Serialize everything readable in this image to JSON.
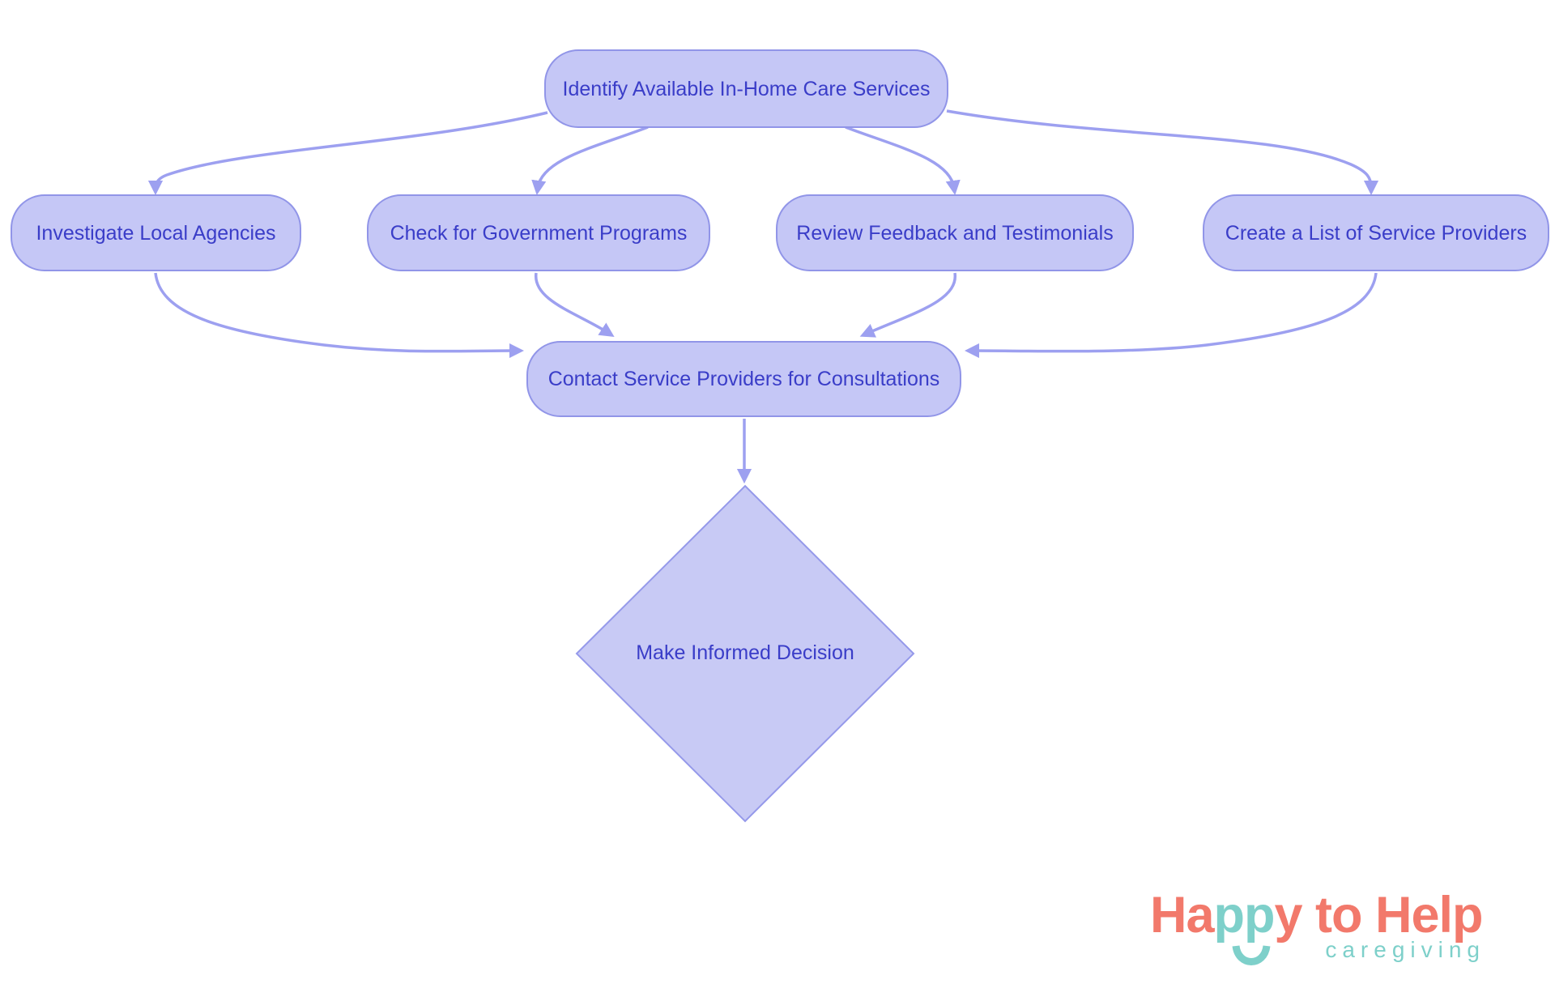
{
  "diagram": {
    "type": "flowchart",
    "nodes": {
      "identify": {
        "label": "Identify Available In-Home Care Services",
        "shape": "rounded-rect"
      },
      "investigate": {
        "label": "Investigate Local Agencies",
        "shape": "rounded-rect"
      },
      "government": {
        "label": "Check for Government Programs",
        "shape": "rounded-rect"
      },
      "feedback": {
        "label": "Review Feedback and Testimonials",
        "shape": "rounded-rect"
      },
      "list": {
        "label": "Create a List of Service Providers",
        "shape": "rounded-rect"
      },
      "contact": {
        "label": "Contact Service Providers for Consultations",
        "shape": "rounded-rect"
      },
      "decision": {
        "label": "Make Informed Decision",
        "shape": "diamond"
      }
    },
    "edges": [
      {
        "from": "identify",
        "to": "investigate"
      },
      {
        "from": "identify",
        "to": "government"
      },
      {
        "from": "identify",
        "to": "feedback"
      },
      {
        "from": "identify",
        "to": "list"
      },
      {
        "from": "investigate",
        "to": "contact"
      },
      {
        "from": "government",
        "to": "contact"
      },
      {
        "from": "feedback",
        "to": "contact"
      },
      {
        "from": "list",
        "to": "contact"
      },
      {
        "from": "contact",
        "to": "decision"
      }
    ]
  },
  "colors": {
    "node_fill": "#c5c7f6",
    "node_border": "#9195e8",
    "node_text": "#3a3dc8",
    "diamond_fill": "#c8caf5",
    "diamond_border": "#9599ea",
    "edge": "#9da0f0",
    "logo_coral": "#f2796b",
    "logo_teal": "#7ed0ca"
  },
  "logo": {
    "title": "Happy to Help",
    "segments": [
      {
        "text": "Ha",
        "color": "coral"
      },
      {
        "text": "pp",
        "color": "teal"
      },
      {
        "text": "y to Help",
        "color": "coral"
      }
    ],
    "subtitle": "caregiving"
  }
}
